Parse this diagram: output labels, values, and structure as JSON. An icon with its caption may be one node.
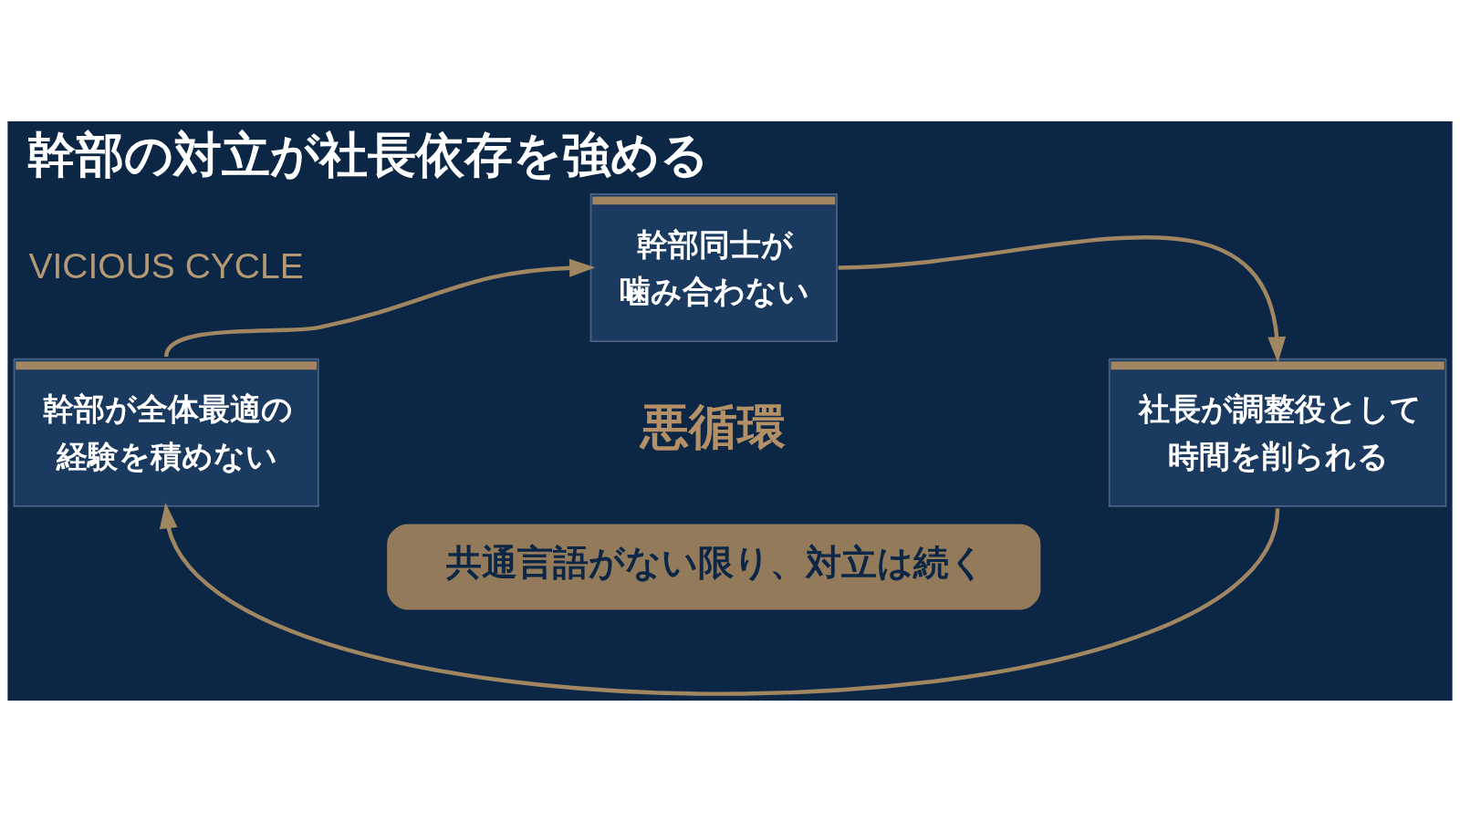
{
  "diagram": {
    "title": "幹部の対立が社長依存を強める",
    "nodes": [
      {
        "text": [
          "幹部同士が噛み合わない"
        ]
      },
      {
        "text": [
          "社長が調整役として時間を削られる"
        ]
      },
      {
        "text": [
          "幹部が全体最適の経験を積めない"
        ]
      },
      {
        "text": [
          "共通言語がない限り、対立は続く"
        ]
      }
    ],
    "edges": [
      {
        "from": 0,
        "to": 1,
        "arrow": "to"
      },
      {
        "from": 1,
        "to": 2,
        "arrow": "to"
      },
      {
        "from": 2,
        "to": 0,
        "arrow": "to"
      }
    ],
    "labels": [
      "VICIOUS CYCLE",
      "悪循環"
    ]
  }
}
